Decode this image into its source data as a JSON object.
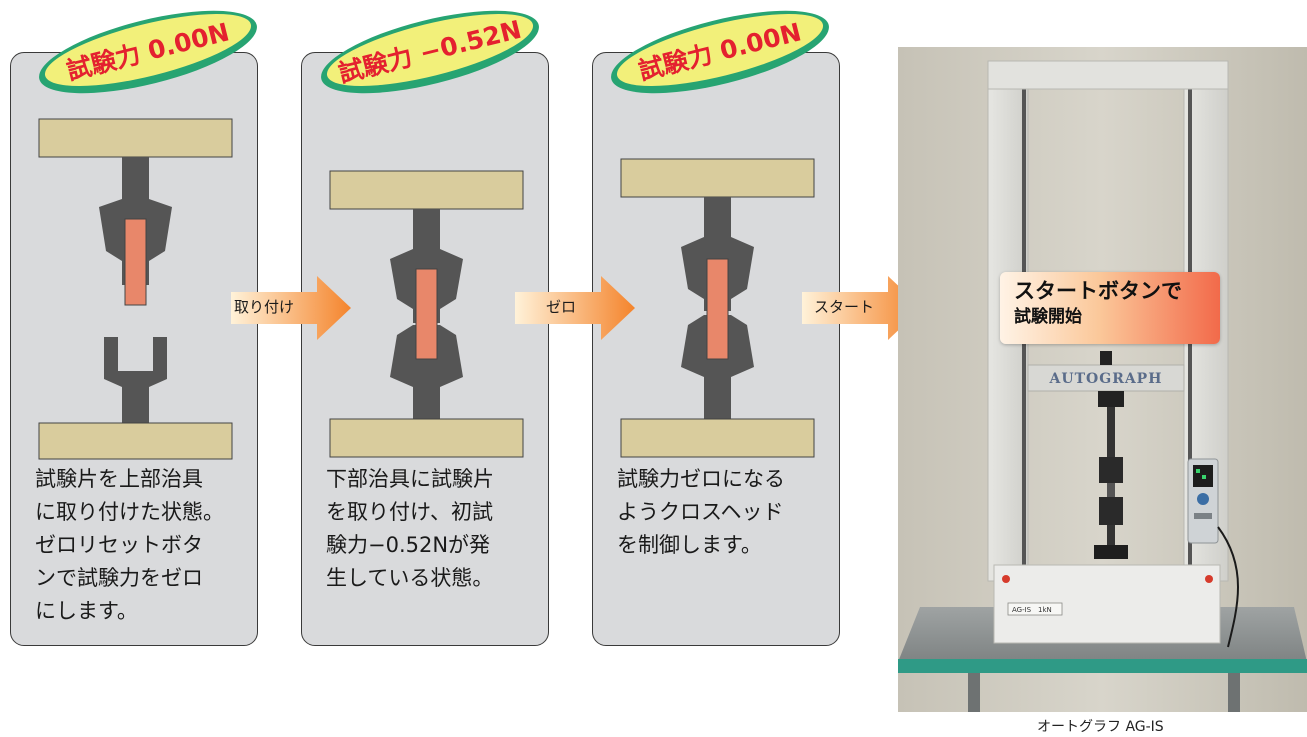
{
  "stages": [
    {
      "badge": "試験力 0.00N",
      "description": "試験片を上部治具\nに取り付けた状態。\nゼロリセットボタ\nンで試験力をゼロ\nにします。"
    },
    {
      "badge": "試験力 −0.52N",
      "description": "下部治具に試験片\nを取り付け、初試\n験力−0.52Nが発\n生している状態。"
    },
    {
      "badge": "試験力 0.00N",
      "description": "試験力ゼロになる\nようクロスヘッド\nを制御します。"
    }
  ],
  "arrows": [
    {
      "label": "取り付け"
    },
    {
      "label": "ゼロ"
    },
    {
      "label": "スタート"
    }
  ],
  "photo": {
    "callout_line1": "スタートボタンで",
    "callout_line2": "試験開始",
    "machine_brand": "AUTOGRAPH",
    "model_plate": "AG-IS",
    "capacity_plate": "1kN",
    "caption": "オートグラフ AG-IS"
  },
  "colors": {
    "panel_bg": "#d9dadc",
    "crosshead": "#d9cc9d",
    "grip": "#555555",
    "specimen": "#e8876a",
    "badge_fill": "#f2f07a",
    "badge_ring": "#27a472",
    "badge_text": "#e4212f",
    "arrow_start": "#fff2d9",
    "arrow_end": "#f4842c"
  }
}
